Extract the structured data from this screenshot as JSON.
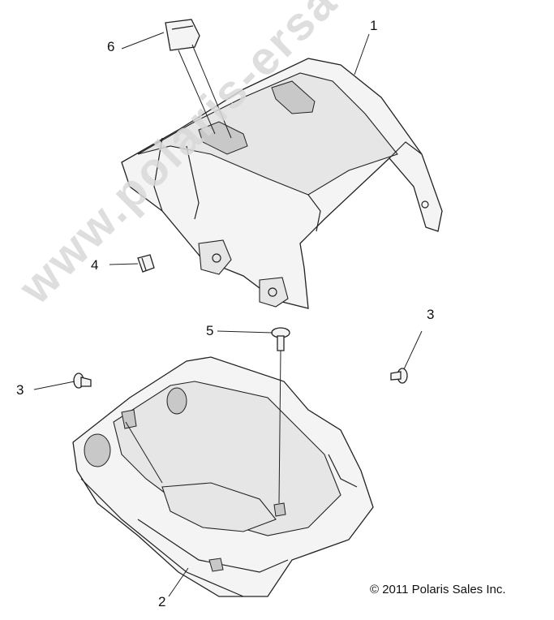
{
  "diagram": {
    "callouts": [
      "1",
      "2",
      "3",
      "3",
      "4",
      "5",
      "6"
    ],
    "copyright": "© 2011 Polaris Sales Inc.",
    "watermark": "www.polaris-ersatzteile.de"
  }
}
